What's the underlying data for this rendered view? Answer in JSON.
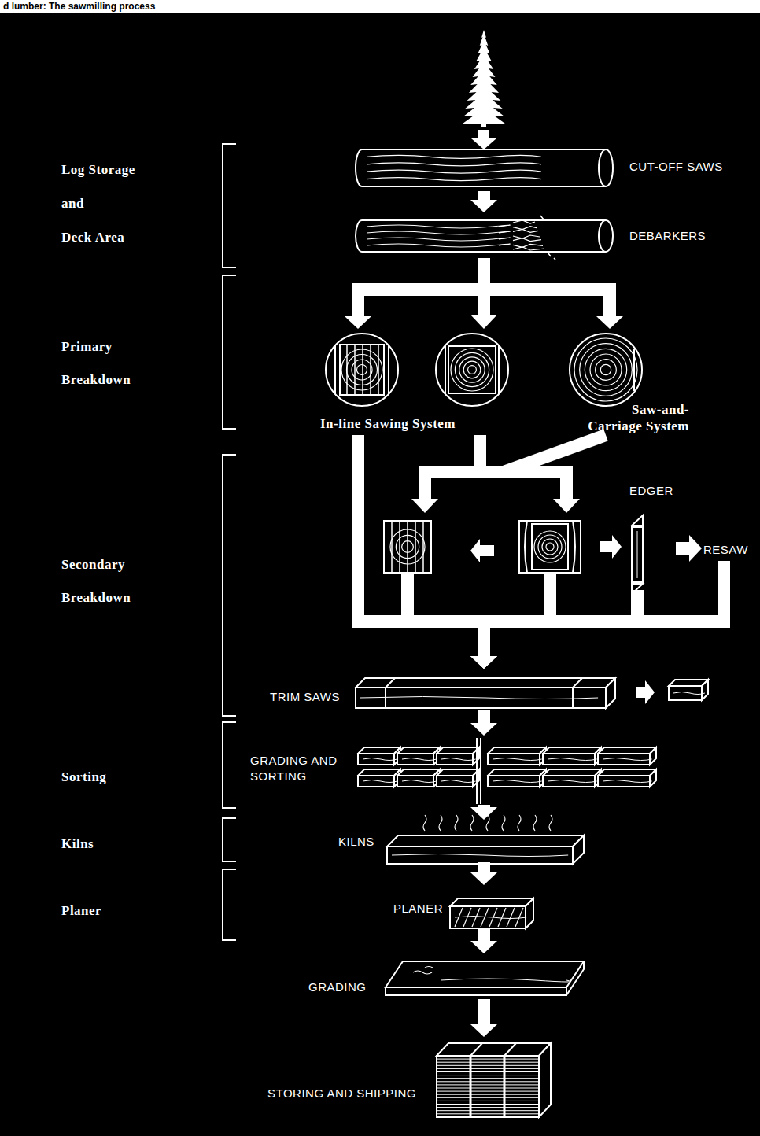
{
  "diagram": {
    "title": "d lumber: The sawmilling process",
    "nodes": [
      {
        "text": [
          "CUT-OFF SAWS"
        ]
      },
      {
        "text": [
          "DEBARKERS"
        ]
      },
      {
        "text": [
          "In-line Sawing System"
        ]
      },
      {
        "text": [
          "Saw-and-Carriage System"
        ]
      },
      {
        "text": [
          "EDGER"
        ]
      },
      {
        "text": [
          "RESAW"
        ]
      },
      {
        "text": [
          "TRIM SAWS"
        ]
      },
      {
        "text": [
          "GRADING AND SORTING"
        ]
      },
      {
        "text": [
          "KILNS"
        ]
      },
      {
        "text": [
          "PLANER"
        ]
      },
      {
        "text": [
          "GRADING"
        ]
      },
      {
        "text": [
          "STORING AND SHIPPING"
        ]
      }
    ],
    "edges": [
      {
        "from": 0,
        "to": 1,
        "arrow": "to"
      },
      {
        "from": 1,
        "to": 2,
        "arrow": "to"
      },
      {
        "from": 1,
        "to": 3,
        "arrow": "to"
      },
      {
        "from": 4,
        "to": 5,
        "arrow": "to"
      },
      {
        "from": 2,
        "to": 6,
        "arrow": "to"
      },
      {
        "from": 4,
        "to": 6,
        "arrow": "to"
      },
      {
        "from": 5,
        "to": 6,
        "arrow": "to"
      },
      {
        "from": 6,
        "to": 7,
        "arrow": "to"
      },
      {
        "from": 7,
        "to": 8,
        "arrow": "to"
      },
      {
        "from": 8,
        "to": 9,
        "arrow": "to"
      },
      {
        "from": 9,
        "to": 10,
        "arrow": "to"
      },
      {
        "from": 10,
        "to": 11,
        "arrow": "to"
      }
    ],
    "labels": [
      "Log Storage",
      "and",
      "Deck Area",
      "Primary Breakdown",
      "Secondary Breakdown",
      "Sorting",
      "Kilns",
      "Planer"
    ]
  }
}
